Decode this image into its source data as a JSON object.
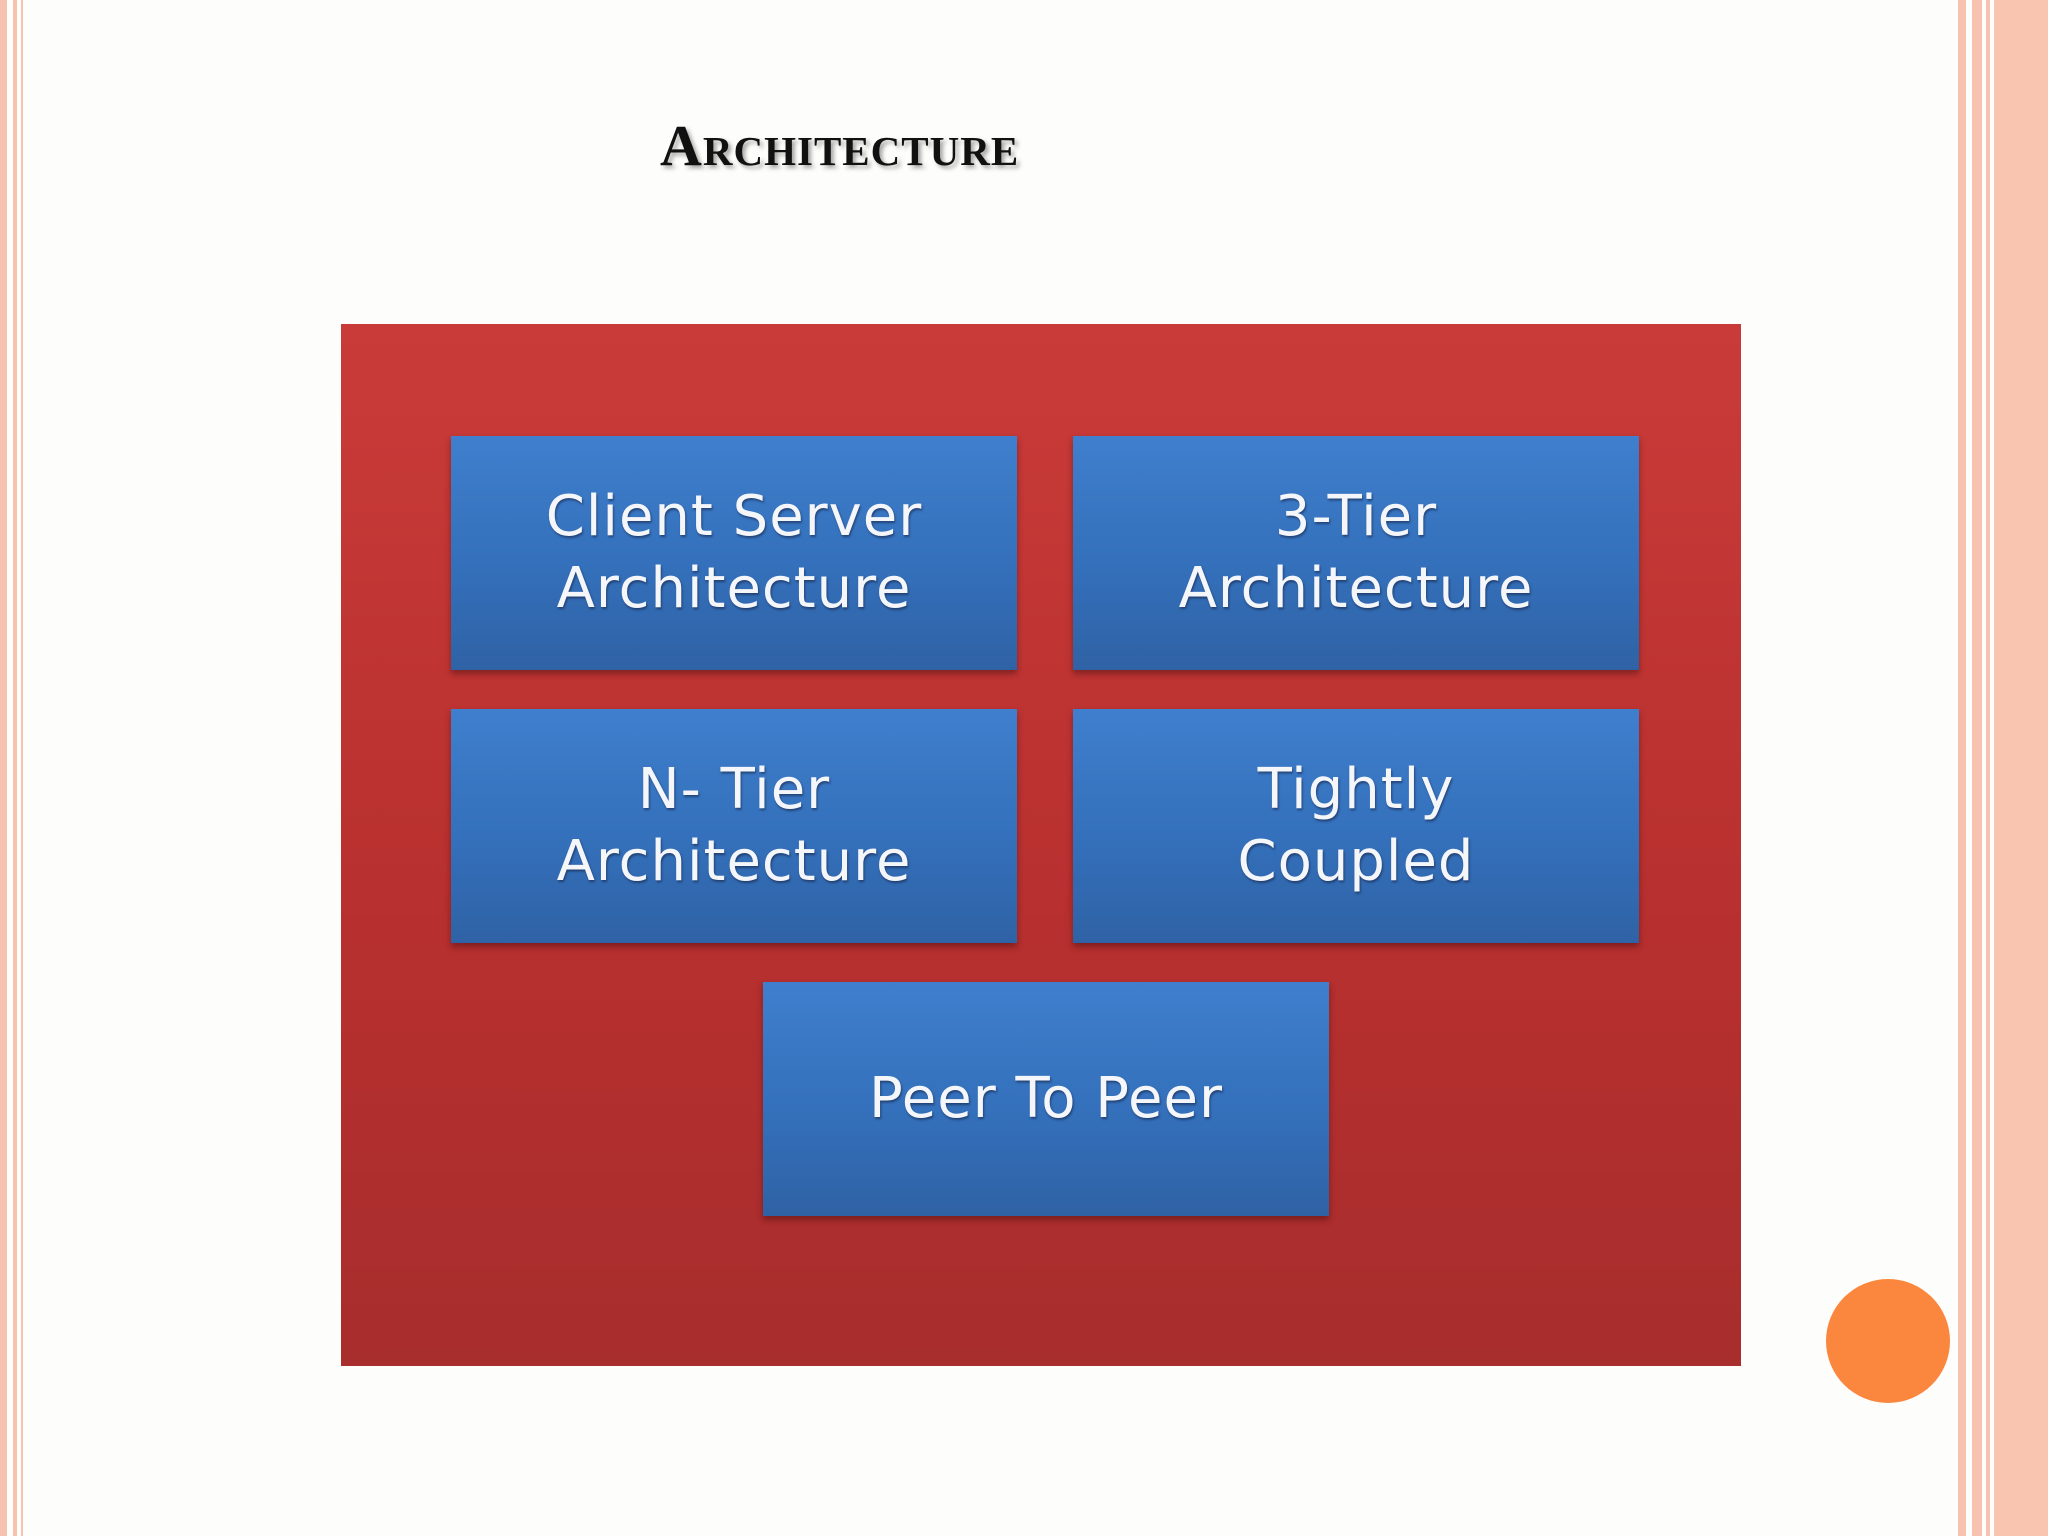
{
  "slide": {
    "title": "Architecture",
    "diagram": {
      "items": [
        {
          "label": "Client Server\nArchitecture"
        },
        {
          "label": "3-Tier\nArchitecture"
        },
        {
          "label": "N- Tier\nArchitecture"
        },
        {
          "label": "Tightly\nCoupled"
        },
        {
          "label": "Peer To Peer"
        }
      ]
    }
  },
  "colors": {
    "background": "#fdfdfb",
    "border_accent": "#f7c3b0",
    "container": "#c93b39",
    "box": "#3f7fcd",
    "dot": "#fb873e"
  }
}
